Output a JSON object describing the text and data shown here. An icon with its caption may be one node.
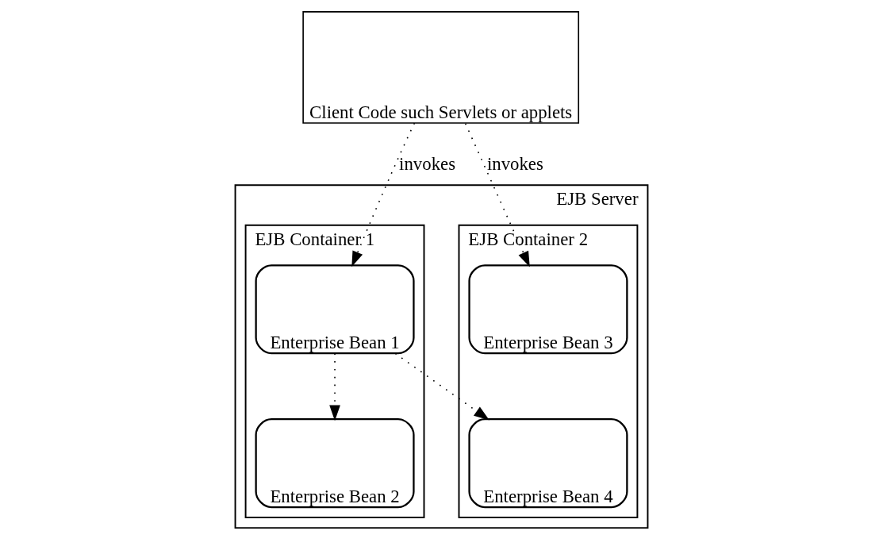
{
  "diagram": {
    "nodes": [
      {
        "text": [
          "Client Code such Servlets or applets"
        ]
      },
      {
        "text": [
          "EJB Server"
        ]
      },
      {
        "text": [
          "EJB Container 1"
        ],
        "in": 1
      },
      {
        "text": [
          "Enterprise Bean 1"
        ],
        "in": 2
      },
      {
        "text": [
          "Enterprise Bean 2"
        ],
        "in": 2
      },
      {
        "text": [
          "EJB Container 2"
        ],
        "in": 1
      },
      {
        "text": [
          "Enterprise Bean 3"
        ],
        "in": 5
      },
      {
        "text": [
          "Enterprise Bean 4"
        ],
        "in": 5
      }
    ],
    "edges": [
      {
        "from": 0,
        "to": 3,
        "label": "invokes",
        "arrow": "to",
        "style": "dashed"
      },
      {
        "from": 0,
        "to": 6,
        "label": "invokes",
        "arrow": "to",
        "style": "dashed"
      },
      {
        "from": 3,
        "to": 4,
        "arrow": "to",
        "style": "dashed"
      },
      {
        "from": 3,
        "to": 7,
        "arrow": "to",
        "style": "dashed"
      }
    ]
  }
}
